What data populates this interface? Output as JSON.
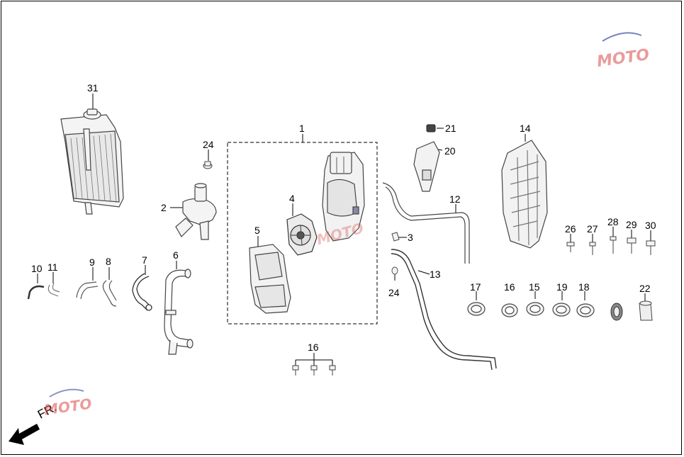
{
  "diagram": {
    "callouts": [
      {
        "id": "1",
        "text": "1"
      },
      {
        "id": "2",
        "text": "2"
      },
      {
        "id": "3",
        "text": "3"
      },
      {
        "id": "4",
        "text": "4"
      },
      {
        "id": "5",
        "text": "5"
      },
      {
        "id": "6",
        "text": "6"
      },
      {
        "id": "7",
        "text": "7"
      },
      {
        "id": "8",
        "text": "8"
      },
      {
        "id": "9",
        "text": "9"
      },
      {
        "id": "10",
        "text": "10"
      },
      {
        "id": "11",
        "text": "11"
      },
      {
        "id": "12",
        "text": "12"
      },
      {
        "id": "13",
        "text": "13"
      },
      {
        "id": "14",
        "text": "14"
      },
      {
        "id": "15",
        "text": "15"
      },
      {
        "id": "16",
        "text": "16"
      },
      {
        "id": "17",
        "text": "17"
      },
      {
        "id": "18",
        "text": "18"
      },
      {
        "id": "19",
        "text": "19"
      },
      {
        "id": "20",
        "text": "20"
      },
      {
        "id": "21",
        "text": "21"
      },
      {
        "id": "22",
        "text": "22"
      },
      {
        "id": "24a",
        "text": "24"
      },
      {
        "id": "24b",
        "text": "24"
      },
      {
        "id": "26",
        "text": "26"
      },
      {
        "id": "27",
        "text": "27"
      },
      {
        "id": "28",
        "text": "28"
      },
      {
        "id": "29",
        "text": "29"
      },
      {
        "id": "30",
        "text": "30"
      },
      {
        "id": "31",
        "text": "31"
      }
    ],
    "front_marker": "FR.",
    "watermark": {
      "text": "MOTO",
      "color": "#d94b4b"
    },
    "colors": {
      "line": "#000000",
      "part": "#444444",
      "fill": "#f2f2f2"
    }
  }
}
